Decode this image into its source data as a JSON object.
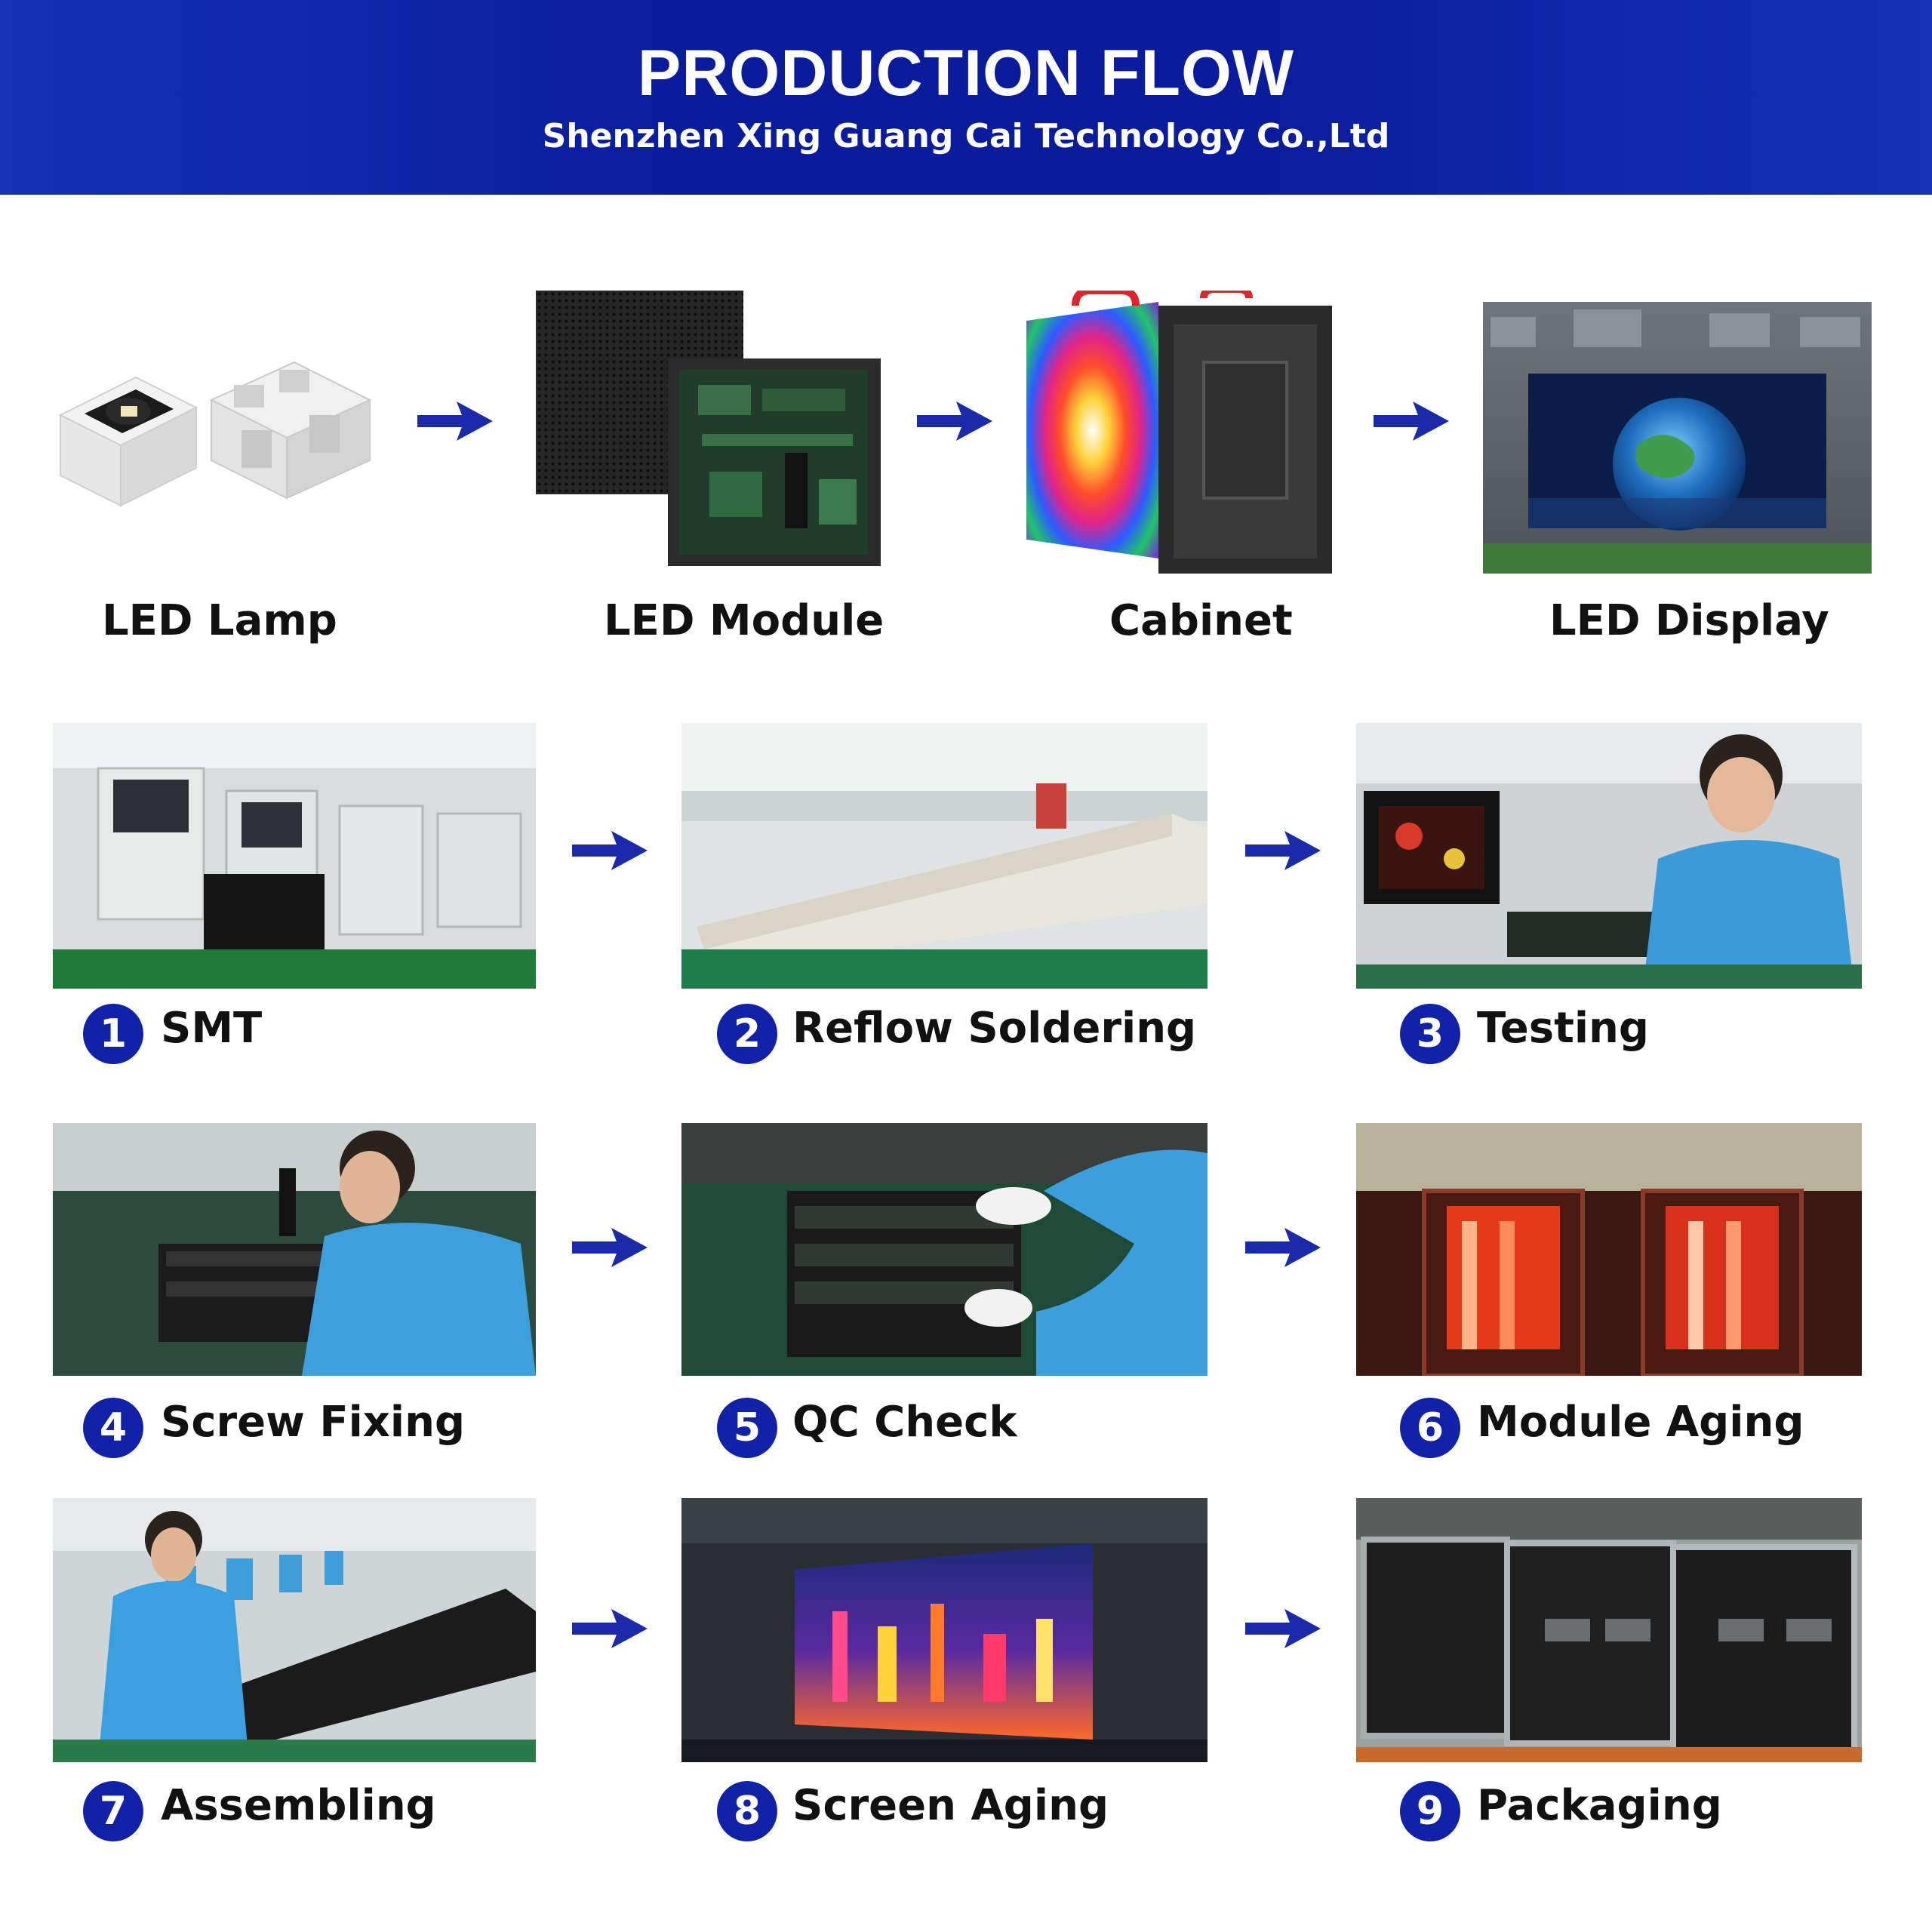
{
  "header": {
    "title": "PRODUCTION FLOW",
    "subtitle": "Shenzhen Xing Guang Cai Technology Co.,Ltd"
  },
  "top_flow": [
    {
      "label": "LED Lamp"
    },
    {
      "label": "LED Module"
    },
    {
      "label": "Cabinet"
    },
    {
      "label": "LED Display"
    }
  ],
  "steps": [
    {
      "number": "1",
      "name": "SMT"
    },
    {
      "number": "2",
      "name": "Reflow Soldering"
    },
    {
      "number": "3",
      "name": "Testing"
    },
    {
      "number": "4",
      "name": "Screw Fixing"
    },
    {
      "number": "5",
      "name": "QC Check"
    },
    {
      "number": "6",
      "name": "Module Aging"
    },
    {
      "number": "7",
      "name": "Assembling"
    },
    {
      "number": "8",
      "name": "Screen Aging"
    },
    {
      "number": "9",
      "name": "Packaging"
    }
  ],
  "colors": {
    "header_blue": "#0a1c9c",
    "arrow_blue": "#1a2aa8",
    "badge_blue": "#1122a8"
  }
}
